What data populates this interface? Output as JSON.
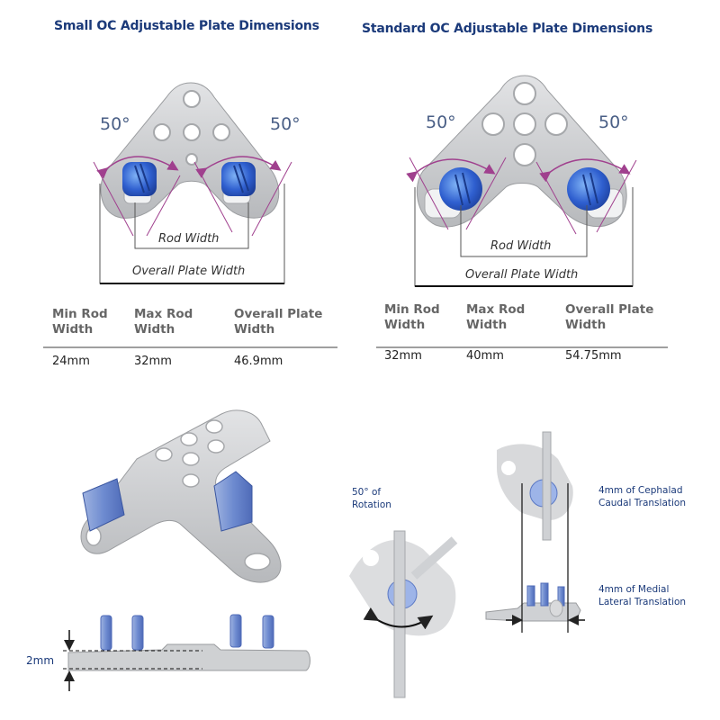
{
  "panels": [
    {
      "title": "Small OC Adjustable Plate Dimensions",
      "angle_left": "50°",
      "angle_right": "50°",
      "rod_width_label": "Rod Width",
      "overall_width_label": "Overall Plate Width",
      "table": {
        "headers": [
          "Min Rod\nWidth",
          "Max Rod\nWidth",
          "Overall Plate\nWidth"
        ],
        "header_lines": [
          [
            "Min Rod",
            "Width"
          ],
          [
            "Max Rod",
            "Width"
          ],
          [
            "Overall Plate",
            "Width"
          ]
        ],
        "values": [
          "24mm",
          "32mm",
          "46.9mm"
        ]
      }
    },
    {
      "title": "Standard OC Adjustable Plate Dimensions",
      "angle_left": "50°",
      "angle_right": "50°",
      "rod_width_label": "Rod Width",
      "overall_width_label": "Overall Plate Width",
      "table": {
        "headers": [
          "Min Rod\nWidth",
          "Max Rod\nWidth",
          "Overall Plate\nWidth"
        ],
        "header_lines": [
          [
            "Min Rod",
            "Width"
          ],
          [
            "Max Rod",
            "Width"
          ],
          [
            "Overall Plate",
            "Width"
          ]
        ],
        "values": [
          "32mm",
          "40mm",
          "54.75mm"
        ]
      }
    }
  ],
  "lower": {
    "thickness_label": "2mm",
    "rotation_label": [
      "50° of",
      "Rotation"
    ],
    "cephalad_label": [
      "4mm of Cephalad",
      "Caudal Translation"
    ],
    "medial_label": [
      "4mm of Medial",
      "Lateral Translation"
    ]
  },
  "colors": {
    "title": "#1b3a7a",
    "arc": "#a0408e",
    "plate": "#c9cbce",
    "screw": "#3f6fd6"
  }
}
